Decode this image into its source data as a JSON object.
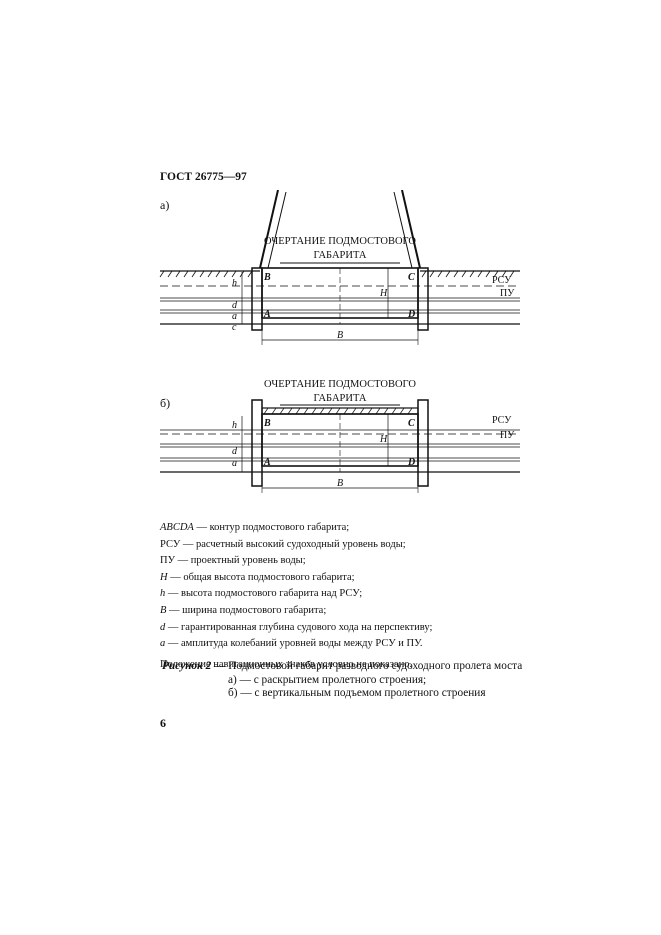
{
  "header": {
    "doc_code": "ГОСТ 26775—97"
  },
  "figure_a": {
    "label": "а)",
    "outline_title_1": "ОЧЕРТАНИЕ ПОДМОСТОВОГО",
    "outline_title_2": "ГАБАРИТА",
    "pt_B": "B",
    "pt_C": "C",
    "pt_A": "A",
    "pt_D": "D",
    "dim_h": "h",
    "dim_H": "H",
    "dim_d": "d",
    "dim_a": "a",
    "dim_c": "c",
    "dim_width": "B",
    "level_rsu": "РСУ",
    "level_pu": "ПУ"
  },
  "figure_b": {
    "label": "б)",
    "outline_title_1": "ОЧЕРТАНИЕ ПОДМОСТОВОГО",
    "outline_title_2": "ГАБАРИТА",
    "pt_B": "B",
    "pt_C": "C",
    "pt_A": "A",
    "pt_D": "D",
    "dim_h": "h",
    "dim_H": "H",
    "dim_d": "d",
    "dim_a": "a",
    "dim_width": "B",
    "level_rsu": "РСУ",
    "level_pu": "ПУ"
  },
  "legend": [
    {
      "symbol": "ABCDA",
      "text": " — контур подмостового габарита;"
    },
    {
      "symbol": "",
      "text": "РСУ — расчетный высокий судоходный уровень воды;"
    },
    {
      "symbol": "",
      "text": "ПУ — проектный уровень воды;"
    },
    {
      "symbol": "H",
      "text": " — общая высота подмостового габарита;"
    },
    {
      "symbol": "h",
      "text": " — высота подмостового габарита над РСУ;"
    },
    {
      "symbol": "B",
      "text": " — ширина подмостового габарита;"
    },
    {
      "symbol": "d",
      "text": " — гарантированная глубина судового хода на перспективу;"
    },
    {
      "symbol": "a",
      "text": " — амплитуда колебаний уровней воды между РСУ и ПУ."
    }
  ],
  "legend_note": "Положение навигационных знаков условно не показано.",
  "caption": {
    "head": "Рисунок 2",
    "text": " — Подмостовой габарит разводного судоходного пролета моста",
    "sub_a": "а) — с раскрытием пролетного строения;",
    "sub_b": "б) — с вертикальным подъемом пролетного строения"
  },
  "page_number": "6"
}
